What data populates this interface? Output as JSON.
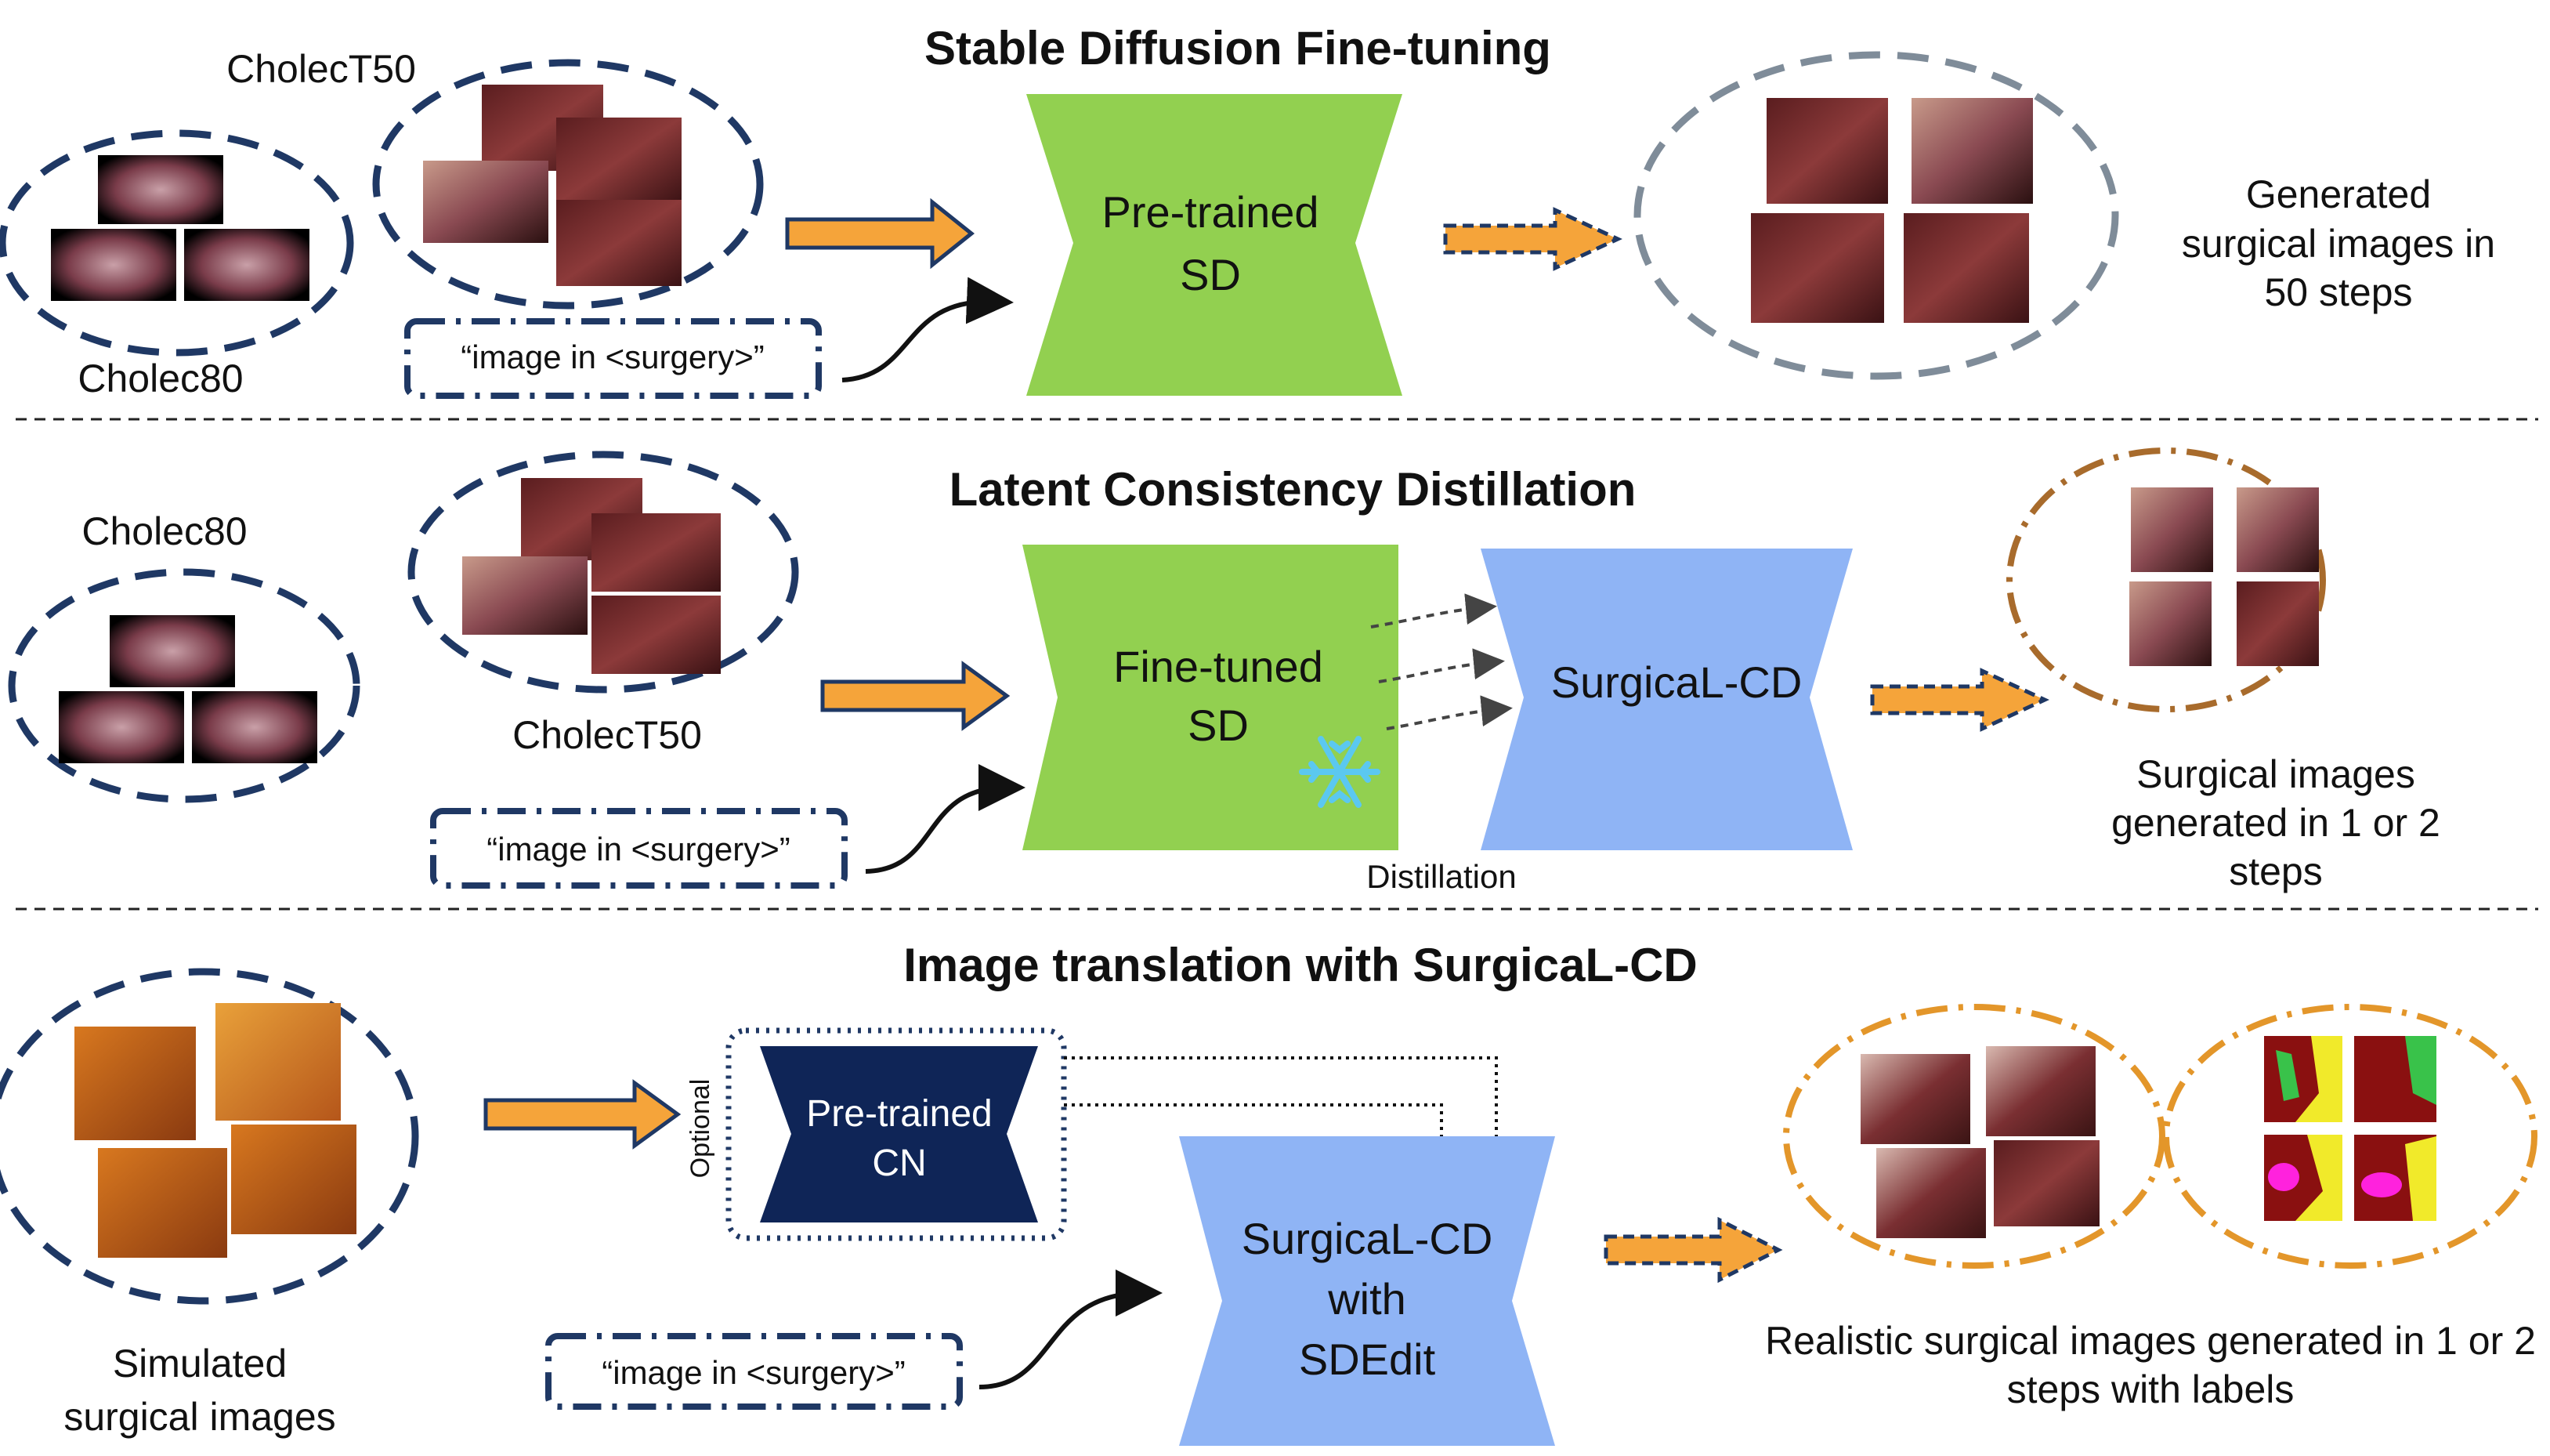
{
  "sections": {
    "fine_tuning": {
      "title": "Stable Diffusion Fine-tuning",
      "dataset_a": "CholecT50",
      "dataset_b": "Cholec80",
      "prompt": "“image in <surgery>”",
      "model_line1": "Pre-trained",
      "model_line2": "SD",
      "output_line1": "Generated",
      "output_line2": "surgical images in",
      "output_line3": "50 steps"
    },
    "distillation": {
      "title": "Latent Consistency Distillation",
      "dataset_a": "Cholec80",
      "dataset_b": "CholecT50",
      "prompt": "“image in <surgery>”",
      "teacher_line1": "Fine-tuned",
      "teacher_line2": "SD",
      "student": "SurgicaL-CD",
      "arrow_label": "Distillation",
      "output_line1": "Surgical images",
      "output_line2": "generated in 1 or 2",
      "output_line3": "steps"
    },
    "translation": {
      "title": "Image translation with SurgicaL-CD",
      "input_line1": "Simulated",
      "input_line2": "surgical  images",
      "prompt": "“image in <surgery>”",
      "optional_label": "Optional",
      "cn_line1": "Pre-trained",
      "cn_line2": "CN",
      "model_line1": "SurgicaL-CD",
      "model_line2": "with",
      "model_line3": "SDEdit",
      "output_line1": "Realistic surgical images generated in 1 or 2",
      "output_line2": "steps with labels"
    }
  },
  "colors": {
    "navy": "#1f3864",
    "green": "#92d050",
    "blue": "#8fb4f5",
    "dark_block": "#0f2557",
    "orange": "#f5a43a",
    "gray_dash": "#7f8c99",
    "brown": "#a86b2c",
    "orange_dash": "#e3962a",
    "snowflake": "#5bc8f0"
  },
  "icons": [
    "snowflake-icon",
    "arrow-right-icon"
  ]
}
